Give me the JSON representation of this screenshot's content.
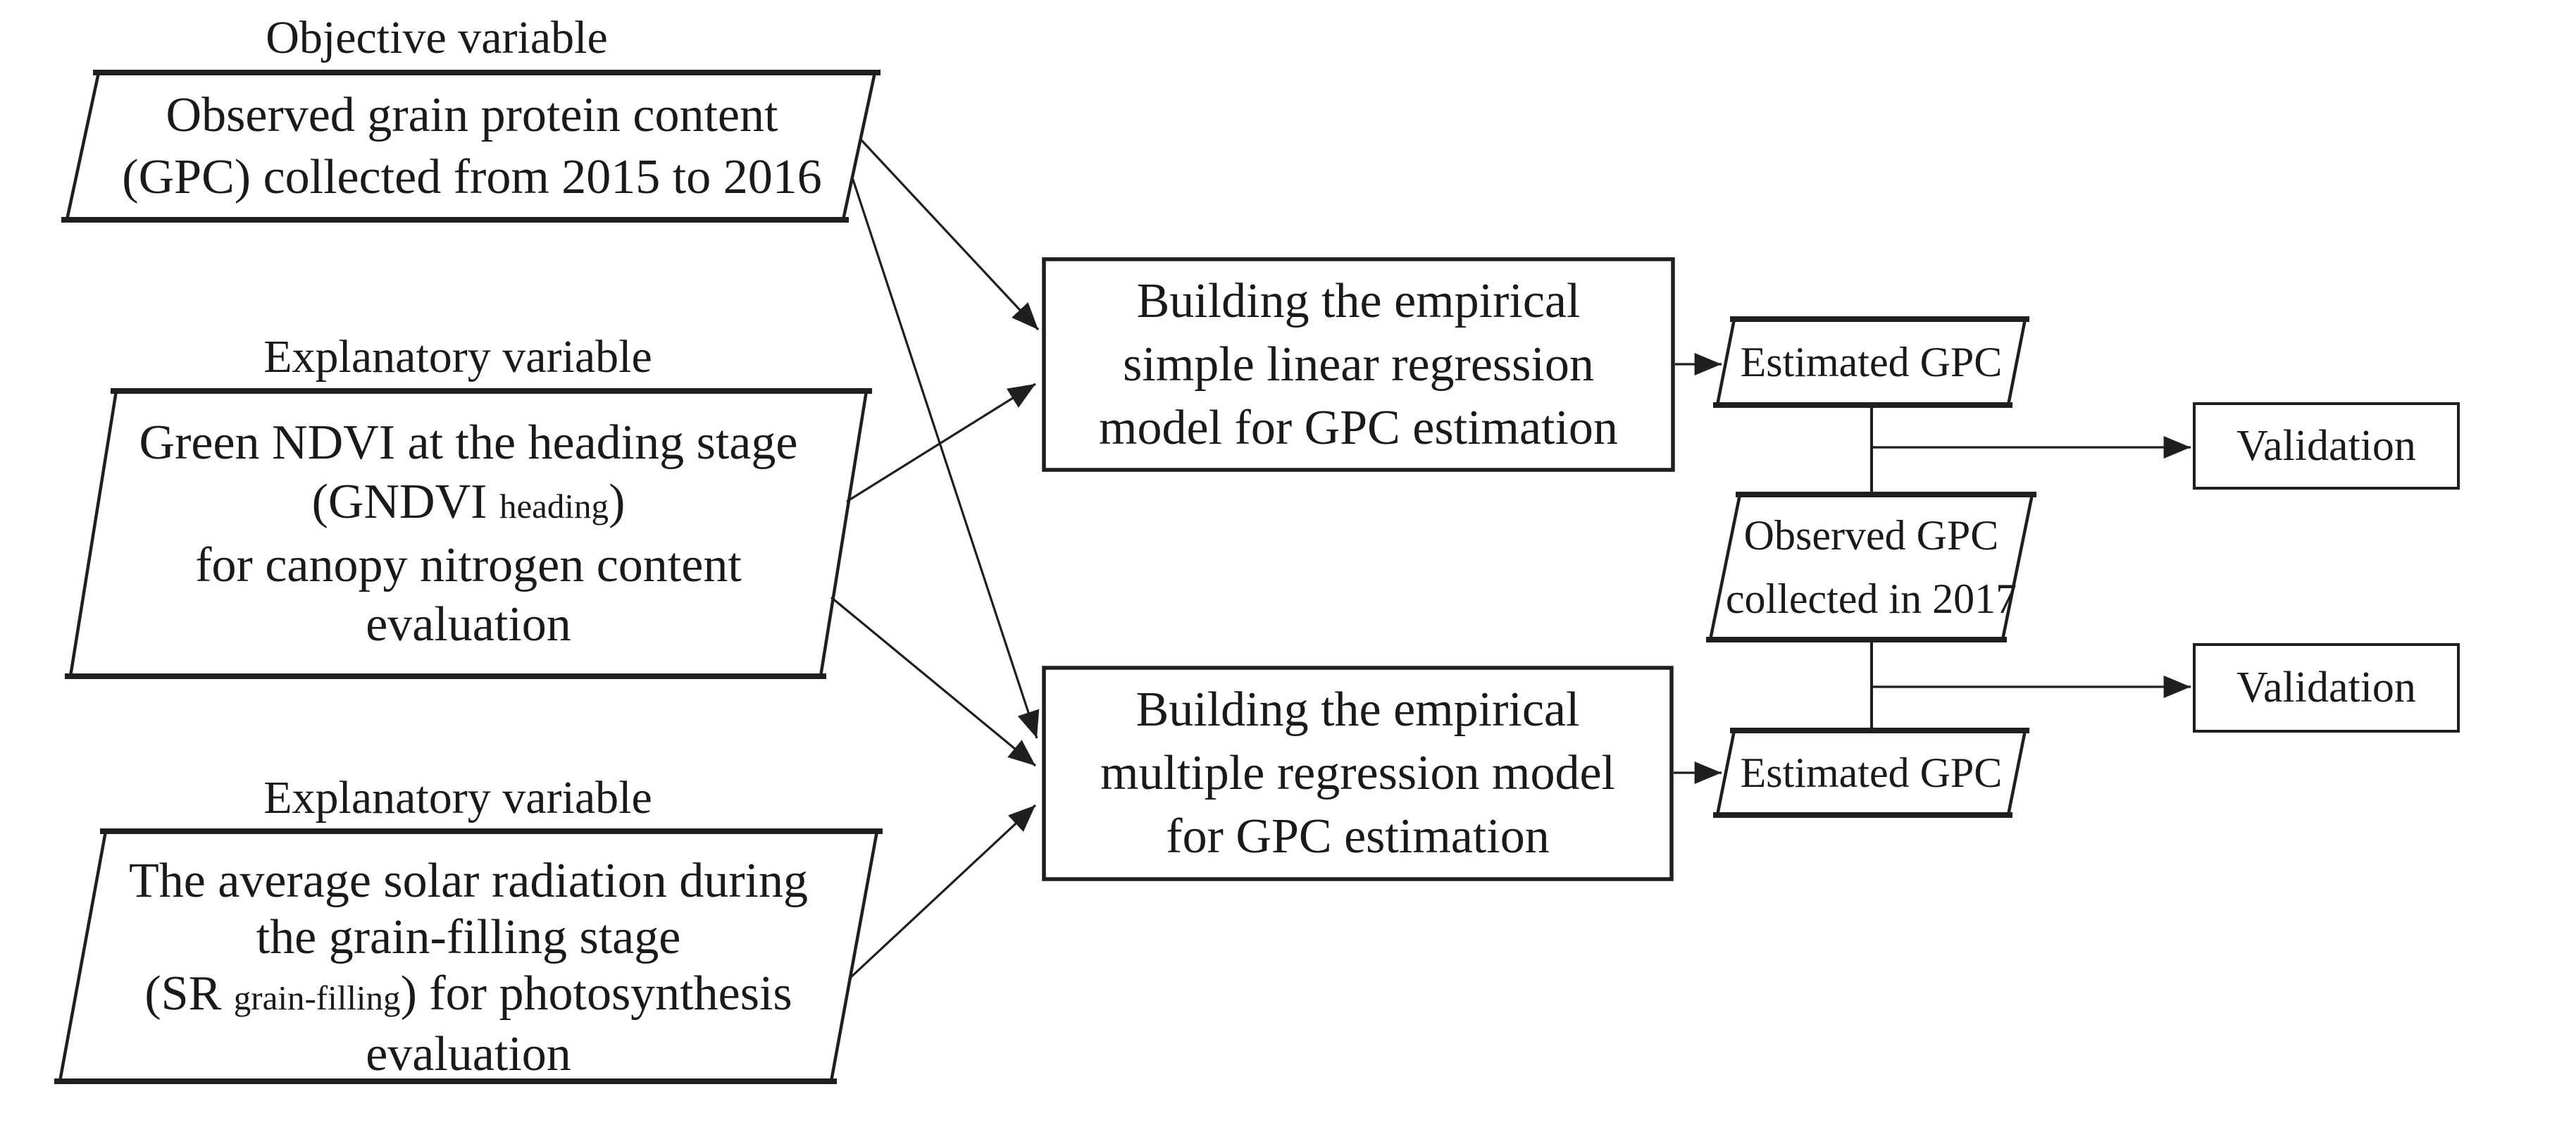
{
  "figure": {
    "colors": {
      "stroke": "#1f1f1f",
      "text": "#1a1a1a",
      "background": "#ffffff"
    },
    "objective": {
      "label": "Objective variable",
      "line1": "Observed grain protein content",
      "line2": "(GPC) collected from 2015 to 2016"
    },
    "explanatory_gndvi": {
      "label": "Explanatory variable",
      "line1": "Green NDVI at the heading stage",
      "line2_open": "(GNDVI ",
      "line2_sub": "heading",
      "line2_close": ")",
      "line3": "for canopy nitrogen content",
      "line4": "evaluation"
    },
    "explanatory_sr": {
      "label": "Explanatory variable",
      "line1": "The average solar radiation during",
      "line2": "the grain-filling stage",
      "line3_open": "(SR ",
      "line3_sub": "grain-filling",
      "line3_close": ") for photosynthesis",
      "line4": "evaluation"
    },
    "simple_model": {
      "line1": "Building the empirical",
      "line2": "simple linear regression",
      "line3": "model for GPC estimation"
    },
    "multiple_model": {
      "line1": "Building the empirical",
      "line2": "multiple regression model",
      "line3": "for GPC estimation"
    },
    "estimated_gpc_top": "Estimated GPC",
    "estimated_gpc_bottom": "Estimated GPC",
    "observed_gpc_2017": {
      "line1": "Observed GPC",
      "line2": "collected in 2017"
    },
    "validation_top": "Validation",
    "validation_bottom": "Validation"
  }
}
